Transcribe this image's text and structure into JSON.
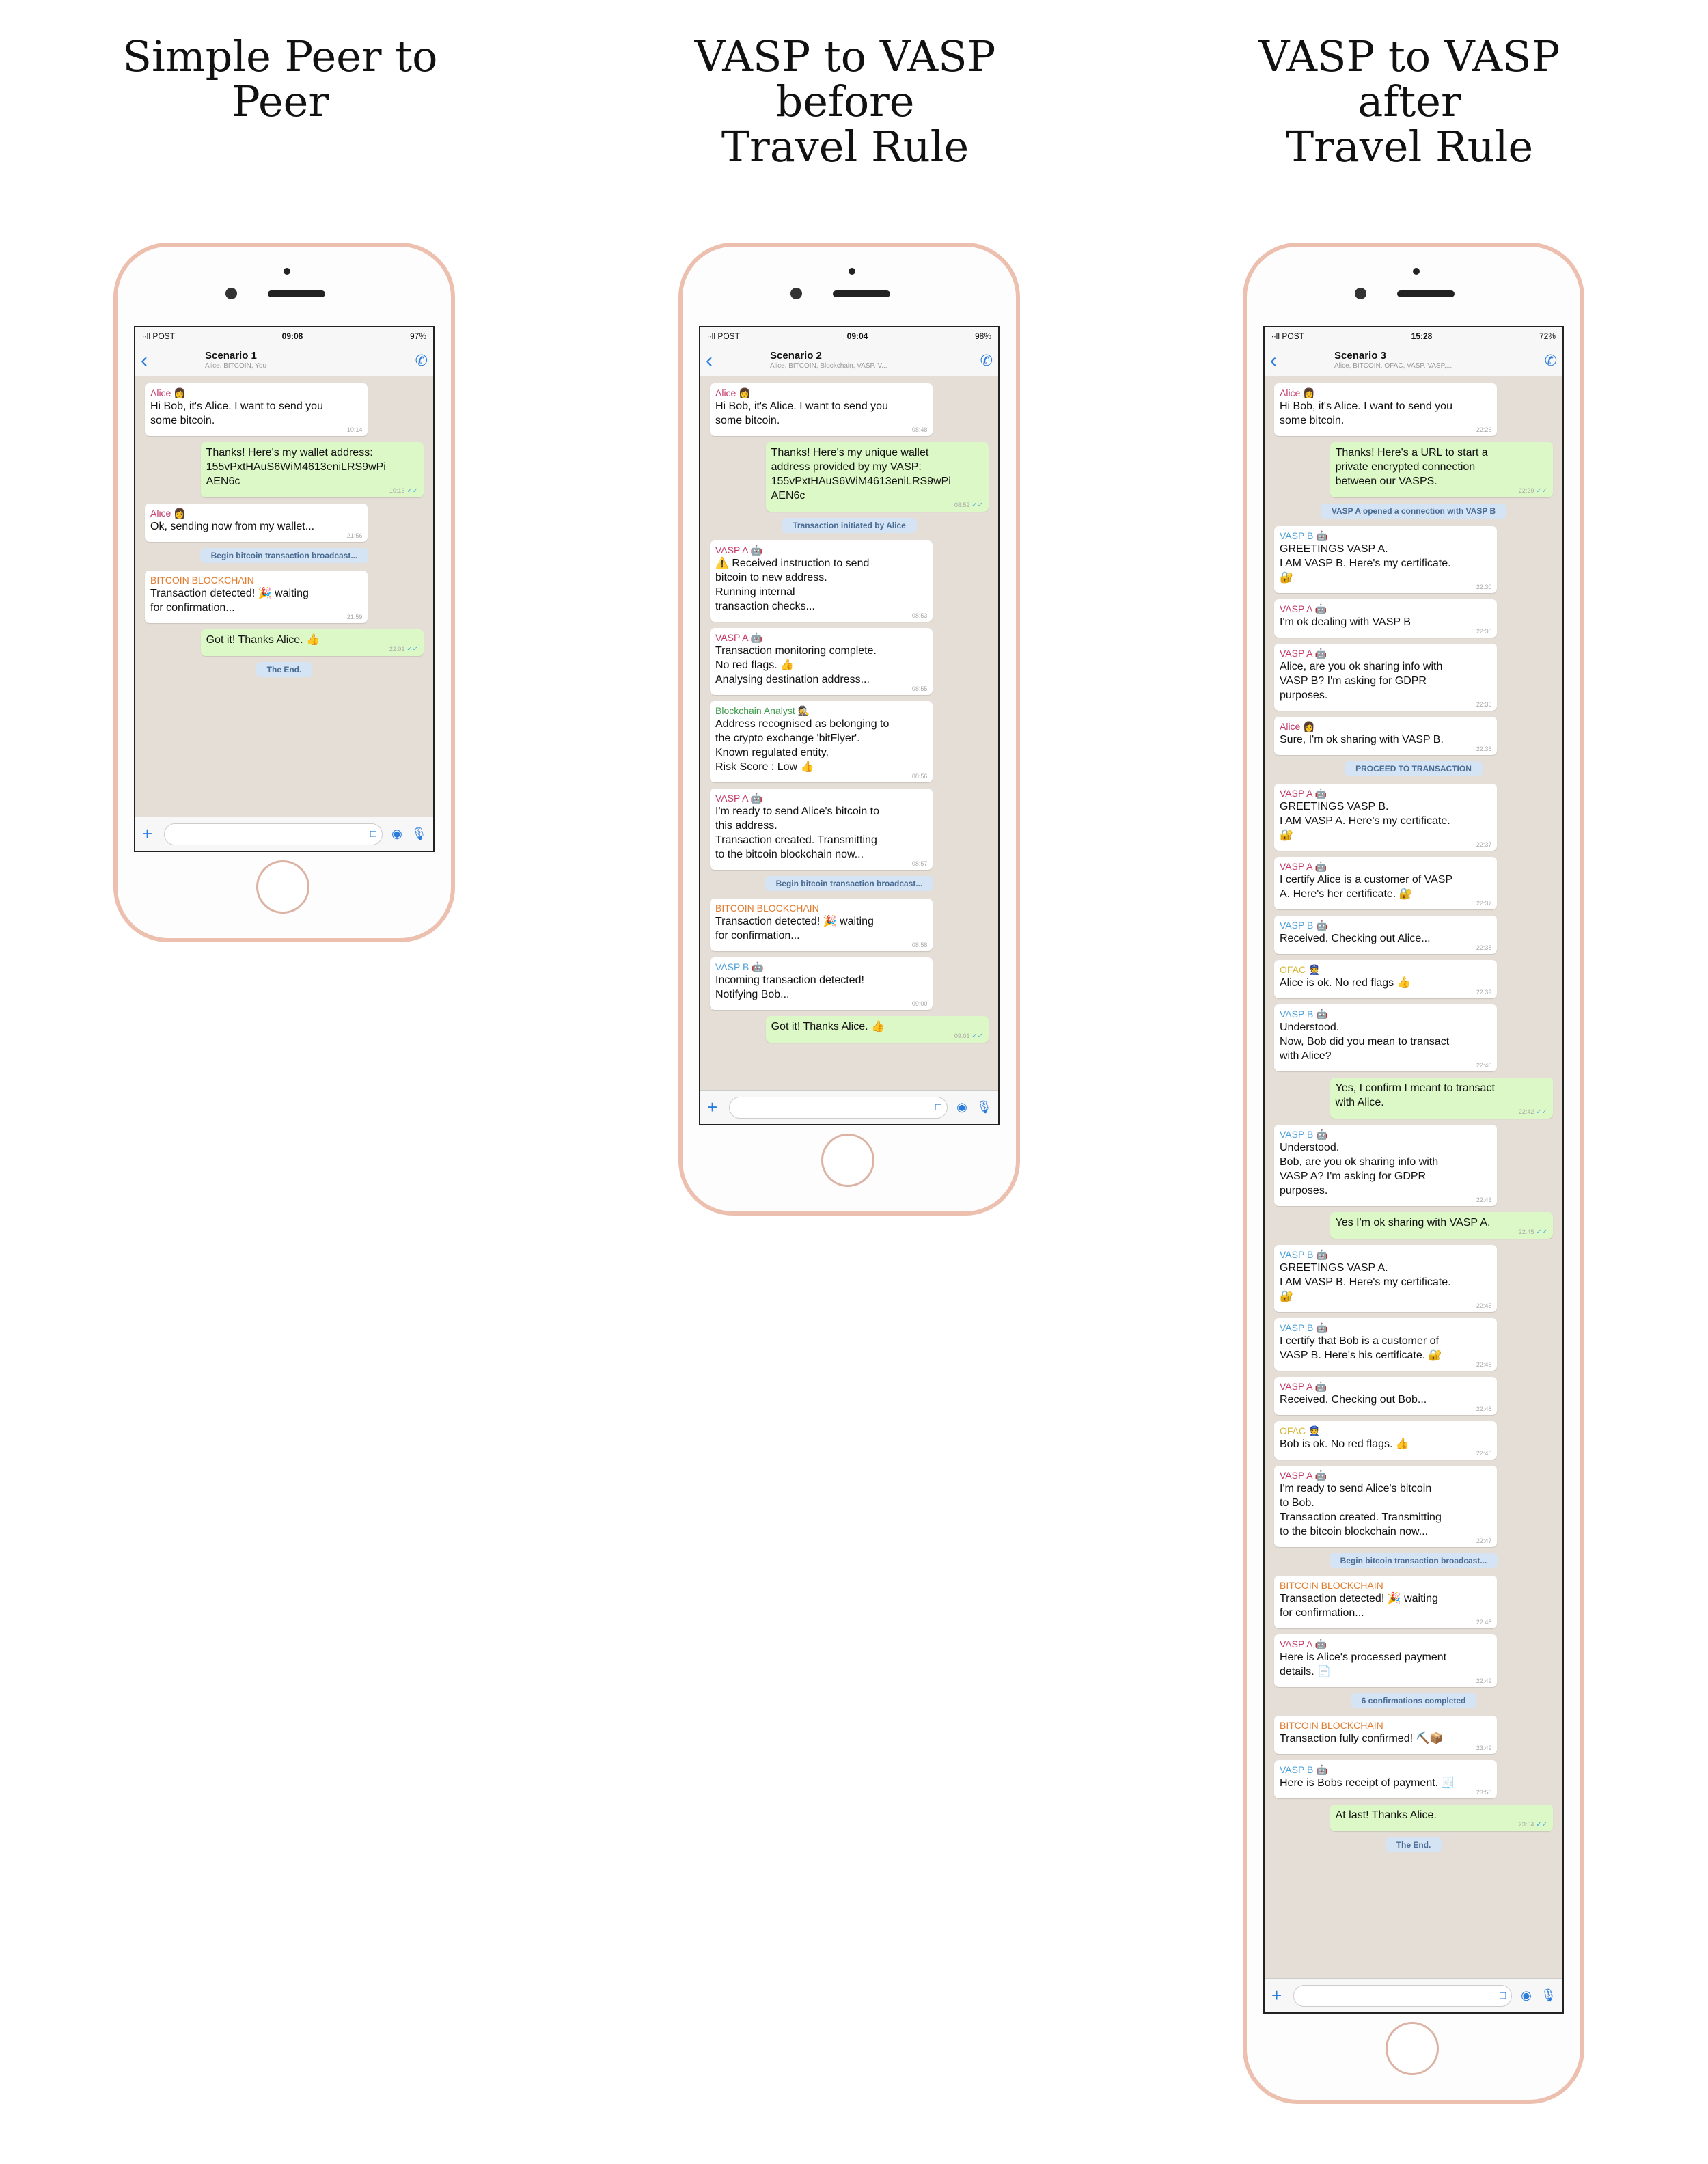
{
  "phones": [
    {
      "column_title": "Simple Peer to\nPeer",
      "status": {
        "carrier": "∙∙ll POST",
        "time": "09:08",
        "battery": "97%"
      },
      "chat_title": "Scenario 1",
      "chat_subtitle": "Alice, BITCOIN, You",
      "messages": [
        {
          "kind": "in",
          "who": "Alice 👩",
          "who_color": "#c23b6a",
          "text": "Hi Bob, it's Alice. I want to send you\nsome bitcoin.",
          "time": "10:14"
        },
        {
          "kind": "out",
          "text": "Thanks! Here's my wallet address:\n155vPxtHAuS6WiM4613eniLRS9wPi\nAEN6c",
          "time": "10:16"
        },
        {
          "kind": "in",
          "who": "Alice 👩",
          "who_color": "#c23b6a",
          "text": "Ok, sending now from my wallet...",
          "time": "21:56"
        },
        {
          "kind": "sys",
          "text": "Begin bitcoin transaction broadcast..."
        },
        {
          "kind": "in",
          "who": "BITCOIN BLOCKCHAIN",
          "who_color": "#e07b2e",
          "text": "Transaction detected! 🎉 waiting\nfor confirmation...",
          "time": "21:59"
        },
        {
          "kind": "out",
          "text": "Got it! Thanks Alice. 👍",
          "time": "22:01"
        },
        {
          "kind": "sys",
          "text": "The End."
        }
      ]
    },
    {
      "column_title": "VASP to VASP\nbefore\nTravel Rule",
      "status": {
        "carrier": "∙∙ll POST",
        "time": "09:04",
        "battery": "98%"
      },
      "chat_title": "Scenario 2",
      "chat_subtitle": "Alice, BITCOIN, Blockchain, VASP, V...",
      "messages": [
        {
          "kind": "in",
          "who": "Alice 👩",
          "who_color": "#c23b6a",
          "text": "Hi Bob, it's Alice. I want to send you\nsome bitcoin.",
          "time": "08:48"
        },
        {
          "kind": "out",
          "text": "Thanks! Here's my unique wallet\naddress provided by my VASP:\n155vPxtHAuS6WiM4613eniLRS9wPi\nAEN6c",
          "time": "08:52"
        },
        {
          "kind": "sys",
          "text": "Transaction initiated by Alice"
        },
        {
          "kind": "in",
          "who": "VASP A 🤖",
          "who_color": "#c23b6a",
          "text": "⚠️ Received instruction to send\nbitcoin to new address.\nRunning internal\ntransaction checks...",
          "time": "08:53"
        },
        {
          "kind": "in",
          "who": "VASP A 🤖",
          "who_color": "#c23b6a",
          "text": "Transaction monitoring complete.\nNo red flags. 👍\nAnalysing destination address...",
          "time": "08:55"
        },
        {
          "kind": "in",
          "who": "Blockchain Analyst 🕵️",
          "who_color": "#3c9a4a",
          "text": "Address recognised as belonging to\nthe crypto exchange 'bitFlyer'.\nKnown regulated entity.\nRisk Score : Low 👍",
          "time": "08:56"
        },
        {
          "kind": "in",
          "who": "VASP A 🤖",
          "who_color": "#c23b6a",
          "text": "I'm ready to send Alice's bitcoin to\nthis address.\nTransaction created. Transmitting\nto the bitcoin blockchain now...",
          "time": "08:57"
        },
        {
          "kind": "sys",
          "text": "Begin bitcoin transaction broadcast..."
        },
        {
          "kind": "in",
          "who": "BITCOIN BLOCKCHAIN",
          "who_color": "#e07b2e",
          "text": "Transaction detected! 🎉 waiting\nfor confirmation...",
          "time": "08:58"
        },
        {
          "kind": "in",
          "who": "VASP B 🤖",
          "who_color": "#4ea0d8",
          "text": "Incoming transaction detected!\nNotifying Bob...",
          "time": "09:00"
        },
        {
          "kind": "out",
          "text": "Got it! Thanks Alice. 👍",
          "time": "09:01"
        }
      ]
    },
    {
      "column_title": "VASP to VASP\nafter\nTravel Rule",
      "status": {
        "carrier": "∙∙ll POST",
        "time": "15:28",
        "battery": "72%"
      },
      "chat_title": "Scenario 3",
      "chat_subtitle": "Alice, BITCOIN, OFAC, VASP, VASP,...",
      "messages": [
        {
          "kind": "in",
          "who": "Alice 👩",
          "who_color": "#c23b6a",
          "text": "Hi Bob, it's Alice. I want to send you\nsome bitcoin.",
          "time": "22:26"
        },
        {
          "kind": "out",
          "text": "Thanks! Here's a URL to start a\nprivate encrypted connection\nbetween our VASPS.",
          "time": "22:29"
        },
        {
          "kind": "sys",
          "text": "VASP A opened a connection with VASP B"
        },
        {
          "kind": "in",
          "who": "VASP B 🤖",
          "who_color": "#4ea0d8",
          "text": "GREETINGS VASP A.\nI AM VASP B. Here's my certificate.\n🔐",
          "time": "22:30"
        },
        {
          "kind": "in",
          "who": "VASP A 🤖",
          "who_color": "#c23b6a",
          "text": "I'm ok dealing with VASP B",
          "time": "22:30"
        },
        {
          "kind": "in",
          "who": "VASP A 🤖",
          "who_color": "#c23b6a",
          "text": "Alice, are you ok sharing info with\nVASP B? I'm asking for GDPR\npurposes.",
          "time": "22:35"
        },
        {
          "kind": "in",
          "who": "Alice 👩",
          "who_color": "#c23b6a",
          "text": "Sure, I'm ok sharing with VASP B.",
          "time": "22:36"
        },
        {
          "kind": "sys",
          "text": "PROCEED TO TRANSACTION"
        },
        {
          "kind": "in",
          "who": "VASP A 🤖",
          "who_color": "#c23b6a",
          "text": "GREETINGS VASP B.\nI AM VASP A. Here's my certificate.\n🔐",
          "time": "22:37"
        },
        {
          "kind": "in",
          "who": "VASP A 🤖",
          "who_color": "#c23b6a",
          "text": "I certify Alice is a customer of VASP\nA. Here's her certificate. 🔐",
          "time": "22:37"
        },
        {
          "kind": "in",
          "who": "VASP B 🤖",
          "who_color": "#4ea0d8",
          "text": "Received. Checking out Alice...",
          "time": "22:38"
        },
        {
          "kind": "in",
          "who": "OFAC 👮",
          "who_color": "#d6b735",
          "text": "Alice is ok. No red flags 👍",
          "time": "22:39"
        },
        {
          "kind": "in",
          "who": "VASP B 🤖",
          "who_color": "#4ea0d8",
          "text": "Understood.\nNow, Bob did you mean to transact\nwith Alice?",
          "time": "22:40"
        },
        {
          "kind": "out",
          "text": "Yes, I confirm I meant to transact\nwith Alice.",
          "time": "22:42"
        },
        {
          "kind": "in",
          "who": "VASP B 🤖",
          "who_color": "#4ea0d8",
          "text": "Understood.\nBob, are you ok sharing info with\nVASP A? I'm asking for GDPR\npurposes.",
          "time": "22:43"
        },
        {
          "kind": "out",
          "text": "Yes I'm ok sharing with VASP A.",
          "time": "22:45"
        },
        {
          "kind": "in",
          "who": "VASP B 🤖",
          "who_color": "#4ea0d8",
          "text": "GREETINGS VASP A.\nI AM VASP B. Here's my certificate.\n🔐",
          "time": "22:45"
        },
        {
          "kind": "in",
          "who": "VASP B 🤖",
          "who_color": "#4ea0d8",
          "text": "I certify that Bob is a customer of\nVASP B. Here's his certificate. 🔐",
          "time": "22:46"
        },
        {
          "kind": "in",
          "who": "VASP A 🤖",
          "who_color": "#c23b6a",
          "text": "Received. Checking out Bob...",
          "time": "22:46"
        },
        {
          "kind": "in",
          "who": "OFAC 👮",
          "who_color": "#d6b735",
          "text": "Bob is ok. No red flags. 👍",
          "time": "22:46"
        },
        {
          "kind": "in",
          "who": "VASP A 🤖",
          "who_color": "#c23b6a",
          "text": "I'm ready to send Alice's bitcoin\nto Bob.\nTransaction created. Transmitting\nto the bitcoin blockchain now...",
          "time": "22:47"
        },
        {
          "kind": "sys",
          "text": "Begin bitcoin transaction broadcast..."
        },
        {
          "kind": "in",
          "who": "BITCOIN BLOCKCHAIN",
          "who_color": "#e07b2e",
          "text": "Transaction detected! 🎉 waiting\nfor confirmation...",
          "time": "22:48"
        },
        {
          "kind": "in",
          "who": "VASP A 🤖",
          "who_color": "#c23b6a",
          "text": "Here is Alice's processed payment\ndetails. 📄",
          "time": "22:49"
        },
        {
          "kind": "sys",
          "text": "6 confirmations completed"
        },
        {
          "kind": "in",
          "who": "BITCOIN BLOCKCHAIN",
          "who_color": "#e07b2e",
          "text": "Transaction fully confirmed! ⛏️📦",
          "time": "23:49"
        },
        {
          "kind": "in",
          "who": "VASP B 🤖",
          "who_color": "#4ea0d8",
          "text": "Here is Bobs receipt of payment. 🧾",
          "time": "23:50"
        },
        {
          "kind": "out",
          "text": "At last! Thanks Alice.",
          "time": "23:54"
        },
        {
          "kind": "sys",
          "text": "The End."
        }
      ]
    }
  ],
  "icons": {
    "back": "chevron-left-icon",
    "call": "phone-add-icon",
    "plus": "plus-icon",
    "sticker": "sticker-icon",
    "camera": "camera-icon",
    "mic": "microphone-icon"
  },
  "colors": {
    "frame": "#ecbfae",
    "chat_bg": "#e5ded6",
    "out_bubble": "#dcf8c6",
    "system_bubble": "#d4e4f5",
    "accent": "#2a7bdc"
  }
}
